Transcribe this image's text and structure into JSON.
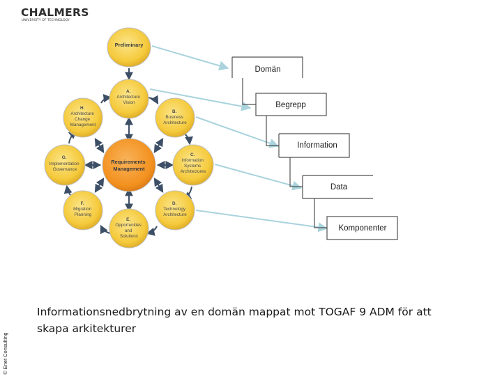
{
  "logo": {
    "name": "CHALMERS",
    "subtitle": "UNIVERSITY OF TECHNOLOGY"
  },
  "copyright": "© Enet Consulting",
  "togaf": {
    "center": [
      "Requirements",
      "Management"
    ],
    "phases": {
      "preliminary": [
        "Preliminary"
      ],
      "a": [
        "A.",
        "Architecture",
        "Vision"
      ],
      "b": [
        "B.",
        "Business",
        "Architecture"
      ],
      "c": [
        "C.",
        "Information",
        "Systems",
        "Architectures"
      ],
      "d": [
        "D.",
        "Technology",
        "Architecture"
      ],
      "e": [
        "E.",
        "Opportunities",
        "and",
        "Solutions"
      ],
      "f": [
        "F.",
        "Migration",
        "Planning"
      ],
      "g": [
        "G.",
        "Implementation",
        "Governance"
      ],
      "h": [
        "H.",
        "Architecture",
        "Change",
        "Management"
      ]
    }
  },
  "hierarchy": [
    "Domän",
    "Begrepp",
    "Information",
    "Data",
    "Komponenter"
  ],
  "caption": "Informationsnedbrytning av en domän mappat mot TOGAF 9 ADM för att skapa arkitekturer",
  "colors": {
    "phase_fill": "#f5ca3c",
    "center_fill": "#f3911f",
    "arrow": "#a9d3dd",
    "connector": "#505050"
  }
}
